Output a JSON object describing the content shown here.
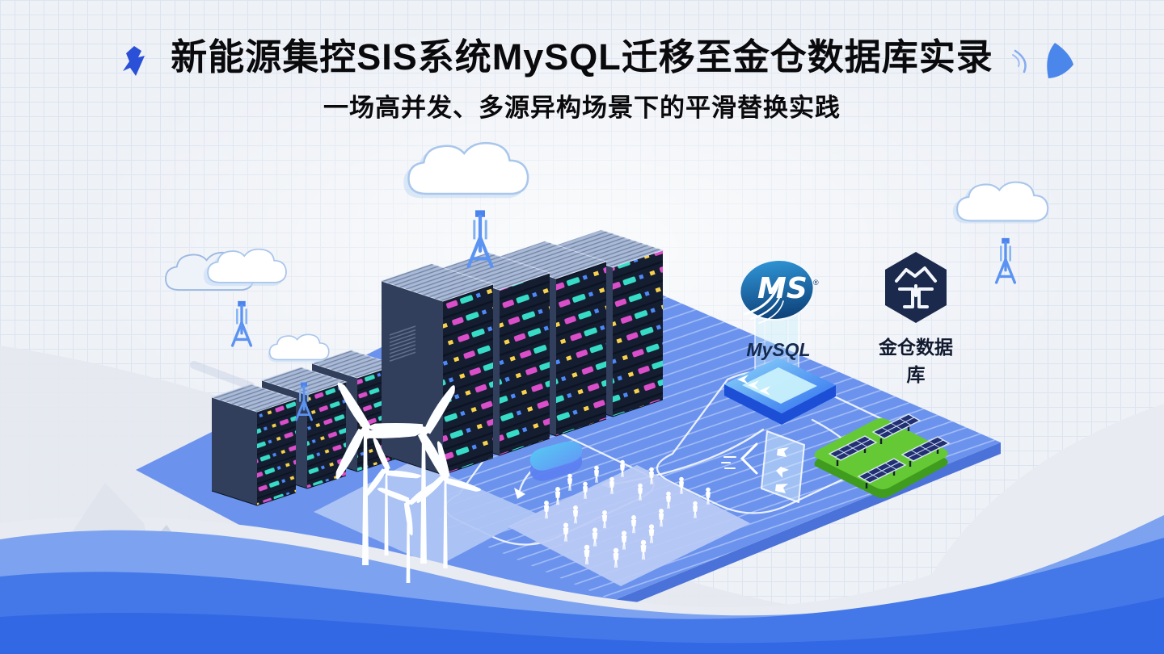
{
  "slide": {
    "title": "新能源集控SIS系统MySQL迁移至金仓数据库实录",
    "subtitle": "一场高并发、多源异构场景下的平滑替换实践"
  },
  "logos": {
    "mysql": {
      "label": "MySQL",
      "monogram": "MS",
      "trademark": "®"
    },
    "kingbase": {
      "label": "金仓数据库"
    }
  },
  "illustration": {
    "elements": [
      "clouds",
      "large-server-rack-cluster",
      "small-server-rack-cluster",
      "wind-turbines",
      "solar-panel-station",
      "crowd-of-people",
      "migration-portal",
      "data-flow-lines",
      "isometric-platform",
      "waves"
    ]
  },
  "colors": {
    "background": "#eef1f6",
    "grid_line": "#dce4f1",
    "title_text": "#0a0a0c",
    "accent_arrow_blue": "#2b50d8",
    "platform_blue": "#6b93ee",
    "wave_light_blue": "#7da3f0",
    "wave_mid_blue": "#4478e9",
    "wave_deep_blue": "#3368e4",
    "server_navy": "#323f5c",
    "led_magenta": "#e150cf",
    "led_teal": "#38e2cc",
    "led_yellow": "#ffd84e",
    "solar_green": "#64c934",
    "mysql_blue": "#0f4a84",
    "kingbase_navy": "#1b2a4c"
  }
}
